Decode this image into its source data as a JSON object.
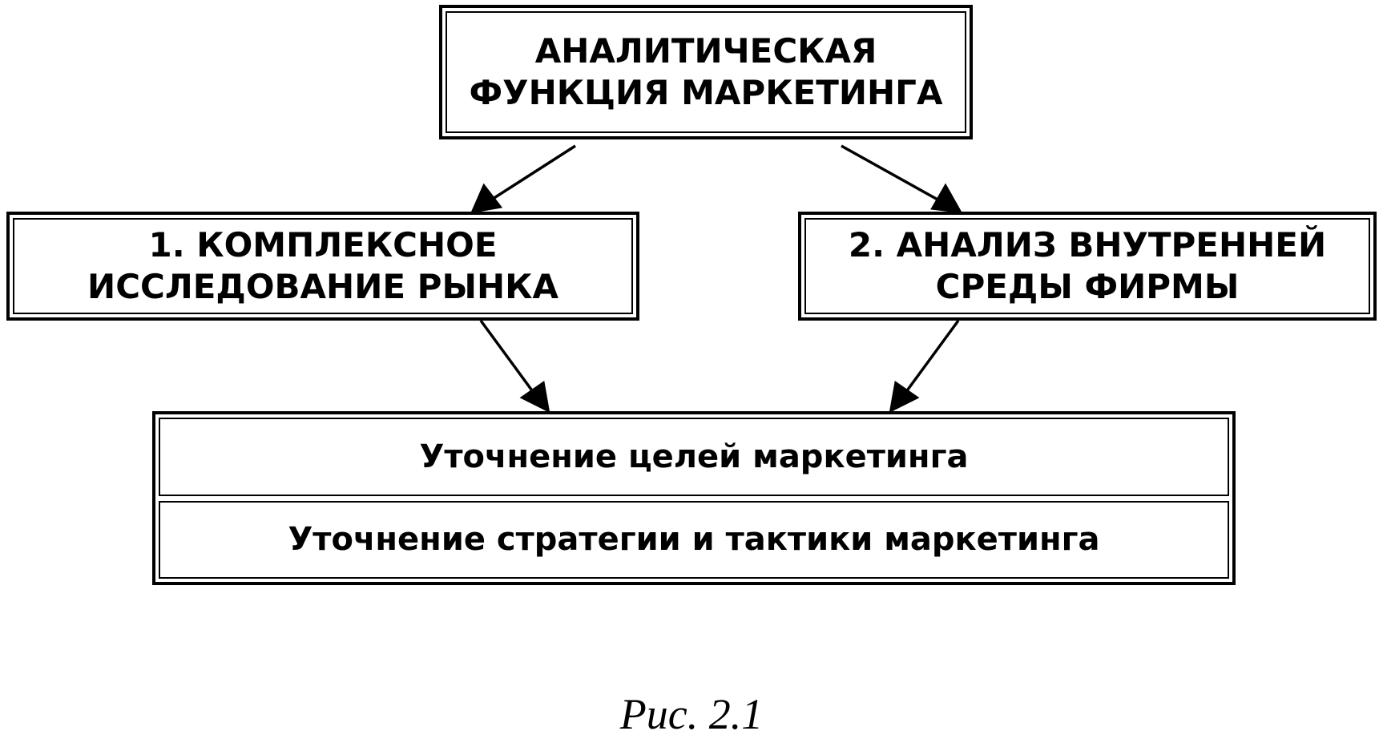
{
  "diagram": {
    "top_box": {
      "lines": [
        "АНАЛИТИЧЕСКАЯ",
        "ФУНКЦИЯ МАРКЕТИНГА"
      ]
    },
    "left_box": {
      "lines": [
        "1. КОМПЛЕКСНОЕ",
        "ИССЛЕДОВАНИЕ РЫНКА"
      ]
    },
    "right_box": {
      "lines": [
        "2. АНАЛИЗ ВНУТРЕННЕЙ",
        "СРЕДЫ ФИРМЫ"
      ]
    },
    "bottom_box": {
      "rows": [
        "Уточнение целей маркетинга",
        "Уточнение стратегии и тактики маркетинга"
      ]
    },
    "caption": "Рис. 2.1"
  }
}
